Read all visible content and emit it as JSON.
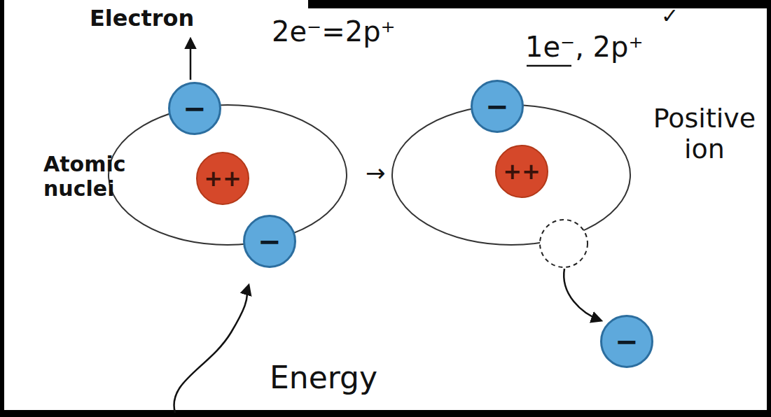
{
  "diagram": {
    "nodes": [
      {
        "text": [
          "−"
        ]
      },
      {
        "text": [
          "++"
        ]
      },
      {
        "text": [
          "−"
        ]
      },
      {
        "text": [
          "−"
        ]
      },
      {
        "text": [
          "++"
        ]
      },
      {
        "text": [
          "−"
        ]
      }
    ],
    "labels": [
      "Electron",
      "2e⁻=2p⁺",
      "✓",
      "1e⁻, 2p⁺",
      "Atomic nuclei",
      "→",
      "Positive ion",
      "Energy"
    ]
  }
}
